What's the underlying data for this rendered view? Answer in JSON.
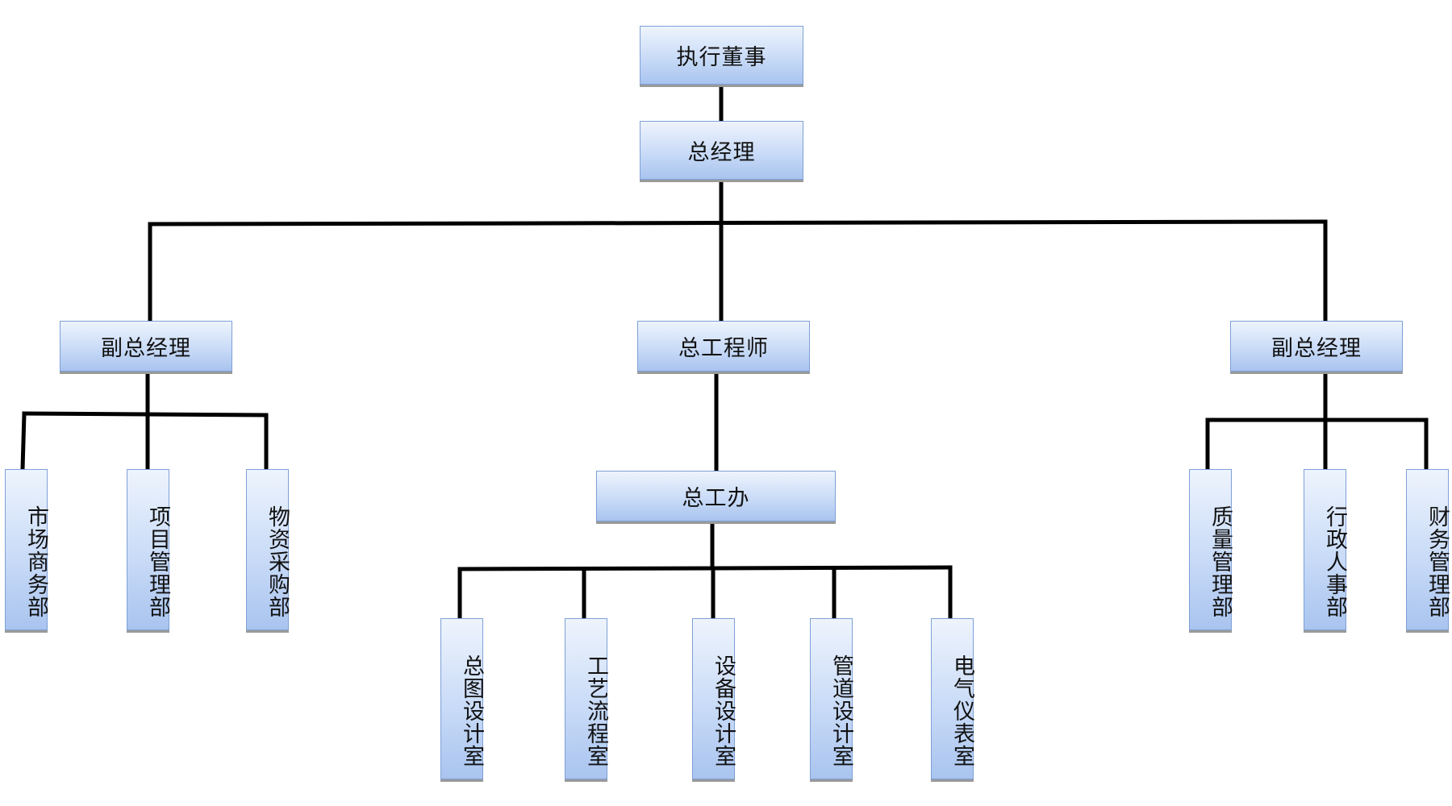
{
  "chart": {
    "ceo": "执行董事",
    "gm": "总经理",
    "vp_left": "副总经理",
    "chief_engineer": "总工程师",
    "vp_right": "副总经理",
    "chief_office": "总工办",
    "left_depts": [
      "市场商务部",
      "项目管理部",
      "物资采购部"
    ],
    "center_depts": [
      "总图设计室",
      "工艺流程室",
      "设备设计室",
      "管道设计室",
      "电气仪表室"
    ],
    "right_depts": [
      "质量管理部",
      "行政人事部",
      "财务管理部"
    ]
  },
  "colors": {
    "box_top": "#eef4fd",
    "box_bottom": "#a9c4ef",
    "box_border": "#7ea0d6",
    "line": "#000000"
  }
}
